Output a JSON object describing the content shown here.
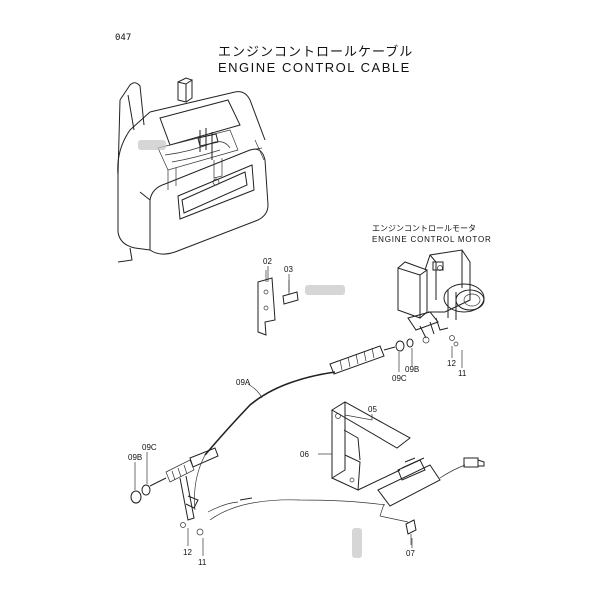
{
  "page": {
    "number": "047",
    "title_ja": "エンジンコントロールケーブル",
    "title_en": "ENGINE CONTROL CABLE"
  },
  "motor_label": {
    "ja": "エンジンコントロールモータ",
    "en": "ENGINE CONTROL MOTOR"
  },
  "parts": {
    "p02": "02",
    "p03": "03",
    "p05": "05",
    "p06": "06",
    "p07": "07",
    "p09a": "09A",
    "p09b_right": "09B",
    "p09c_right": "09C",
    "p09b_left": "09B",
    "p09c_left": "09C",
    "p11_right": "11",
    "p12_right": "12",
    "p11_left": "11",
    "p12_left": "12"
  }
}
